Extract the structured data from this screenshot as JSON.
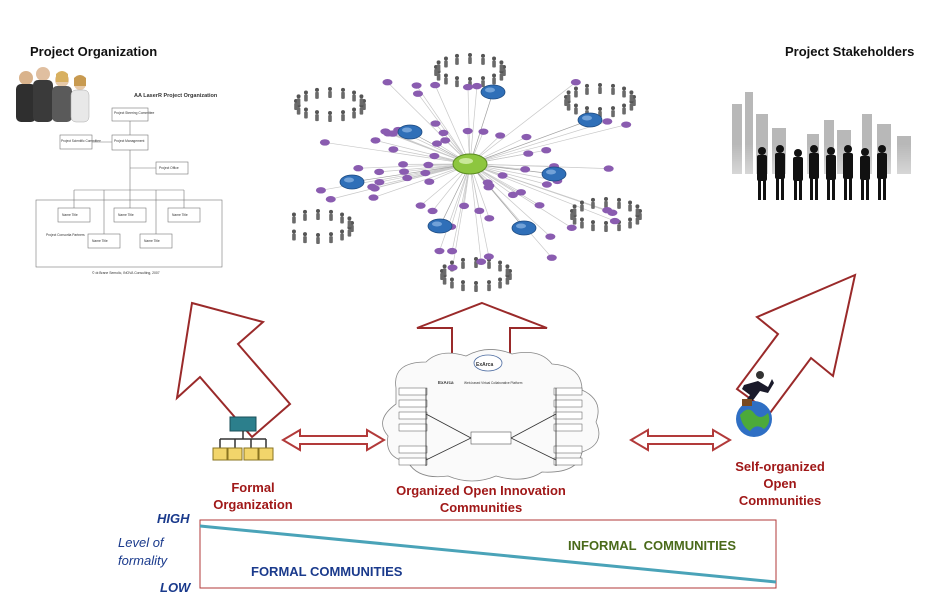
{
  "header": {
    "project_organization": "Project Organization",
    "project_stakeholders": "Project Stakeholders"
  },
  "org_chart": {
    "title": "AA LaserR Project Organization",
    "steering": "Project Steering Committee",
    "scientific": "Project Scientific Committee",
    "management": "Project Management",
    "office": "Project Office",
    "partners": "Project Consortia Partners",
    "name_title": "Name Title",
    "footer": "© dr.Brane Semolic, INOVA Consulting, 2007"
  },
  "platform": {
    "brand": "ExArca",
    "subtitle": "Web-based Virtual Collaborative Platform"
  },
  "labels": {
    "formal_organization": [
      "Formal",
      "Organization"
    ],
    "organized_open": [
      "Organized Open Innovation",
      "Communities"
    ],
    "self_organized": [
      "Self-organized",
      "Open",
      "Communities"
    ]
  },
  "formality_scale": {
    "high": "HIGH",
    "low": "LOW",
    "axis_label": [
      "Level of",
      "formality"
    ],
    "informal": "INFORMAL  COMMUNITIES",
    "formal": "FORMAL COMMUNITIES"
  },
  "colors": {
    "arrow_outline": "#9a2a2a",
    "label_red": "#a01818",
    "scale_blue": "#1a3a8c",
    "informal_green": "#4a6a1a",
    "hub_green": "#8dc63f",
    "node_purple": "#8a5cb0",
    "node_blue": "#2f6fb8",
    "trend_line": "#4aa3b8"
  }
}
